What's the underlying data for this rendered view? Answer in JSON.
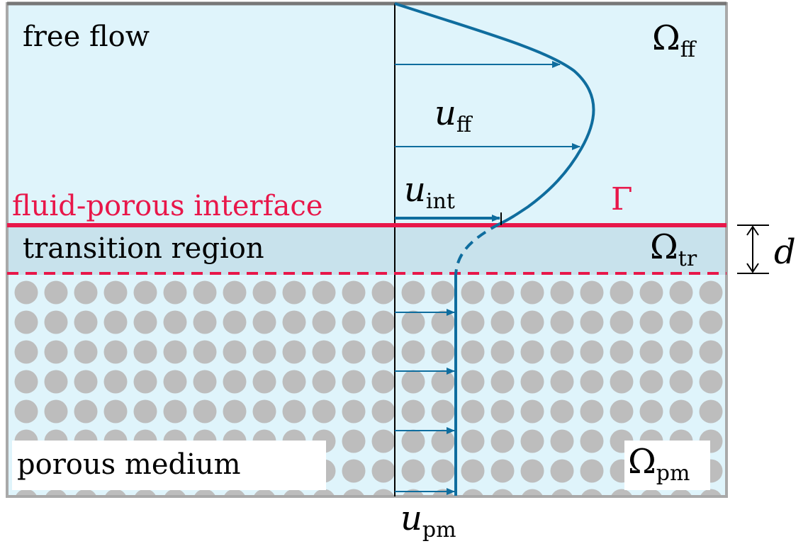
{
  "colors": {
    "fluid_fill": "#dff4fb",
    "transition_fill": "#c8e2ec",
    "border": "#a9a9a9",
    "top_border": "#777777",
    "interface": "#e8174a",
    "profile": "#0f6d9e",
    "grain": "#bdbdbd",
    "label_box": "#ffffff"
  },
  "labels": {
    "free_flow": "free flow",
    "interface": "fluid-porous interface",
    "transition": "transition region",
    "porous": "porous medium",
    "gamma": "Γ",
    "d": "d"
  },
  "domains": {
    "ff": {
      "base": "Ω",
      "sub": "ff"
    },
    "tr": {
      "base": "Ω",
      "sub": "tr"
    },
    "pm": {
      "base": "Ω",
      "sub": "pm"
    }
  },
  "velocities": {
    "ff": {
      "base": "u",
      "sub": "ff"
    },
    "int": {
      "base": "u",
      "sub": "int"
    },
    "pm": {
      "base": "u",
      "sub": "pm"
    }
  }
}
